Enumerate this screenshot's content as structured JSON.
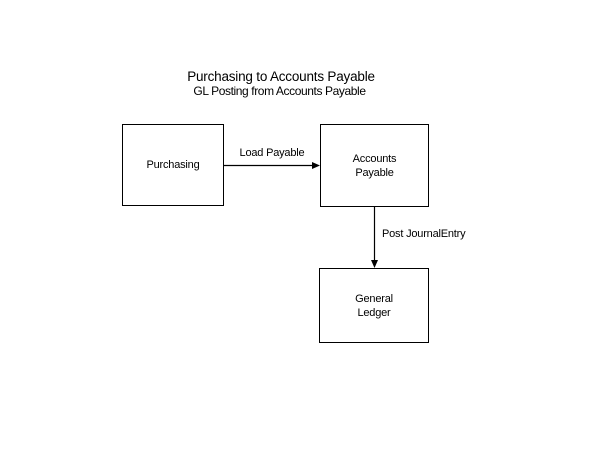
{
  "title": "Purchasing to Accounts Payable",
  "subtitle": "GL Posting from Accounts Payable",
  "nodes": [
    {
      "id": "purchasing",
      "label": "Purchasing"
    },
    {
      "id": "accounts-payable",
      "label": "Accounts Payable"
    },
    {
      "id": "general-ledger",
      "label": "General Ledger"
    }
  ],
  "edges": [
    {
      "from": "purchasing",
      "to": "accounts-payable",
      "label": "Load Payable",
      "direction": "right"
    },
    {
      "from": "accounts-payable",
      "to": "general-ledger",
      "label": "Post JournalEntry",
      "direction": "down"
    }
  ],
  "colors": {
    "background": "#ffffff",
    "line": "#000000",
    "text": "#000000"
  }
}
